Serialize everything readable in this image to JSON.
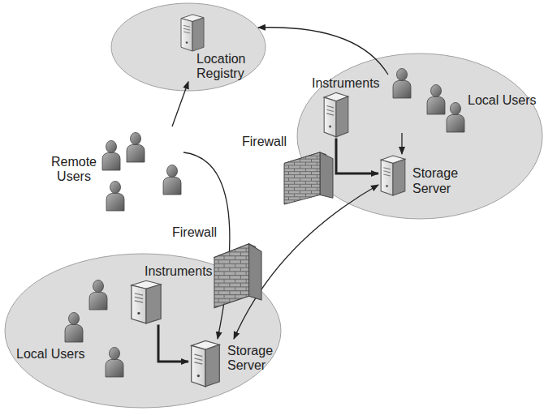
{
  "diagram": {
    "nodes": [
      {
        "text": [
          "Location Registry"
        ]
      },
      {
        "text": [
          "Instruments"
        ]
      },
      {
        "text": [
          "Local Users"
        ]
      },
      {
        "text": [
          "Firewall"
        ]
      },
      {
        "text": [
          "Storage Server"
        ]
      },
      {
        "text": [
          "Remote Users"
        ]
      },
      {
        "text": [
          "Firewall"
        ]
      },
      {
        "text": [
          "Instruments"
        ]
      },
      {
        "text": [
          "Local Users"
        ]
      },
      {
        "text": [
          "Storage Server"
        ]
      }
    ],
    "edges": [
      {
        "from": 2,
        "to": 0,
        "arrow": "to"
      },
      {
        "from": 2,
        "to": 4,
        "arrow": "to"
      },
      {
        "from": 1,
        "to": 4,
        "arrow": "to"
      },
      {
        "from": 5,
        "to": 0,
        "arrow": "to"
      },
      {
        "from": 5,
        "to": 9,
        "arrow": "to"
      },
      {
        "from": 4,
        "to": 9,
        "arrow": "both"
      },
      {
        "from": 7,
        "to": 9,
        "arrow": "to"
      }
    ]
  }
}
